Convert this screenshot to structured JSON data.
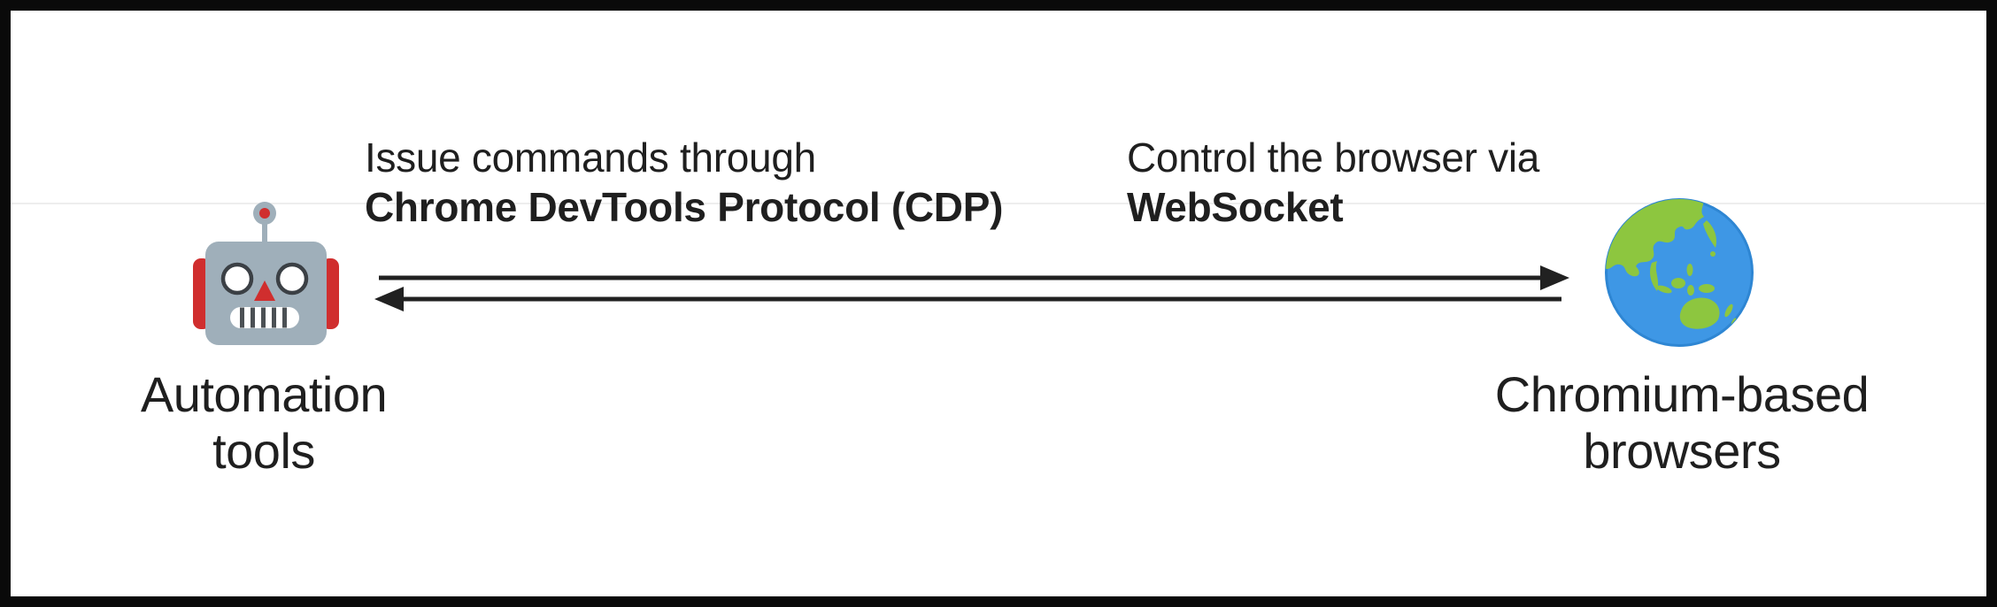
{
  "labels": {
    "cdp": {
      "regular": "Issue commands through",
      "bold": "Chrome DevTools Protocol (CDP)"
    },
    "websocket": {
      "regular": "Control the browser via",
      "bold": "WebSocket"
    }
  },
  "nodes": {
    "automation": {
      "icon": "robot-icon",
      "line1": "Automation",
      "line2": "tools"
    },
    "browsers": {
      "icon": "globe-icon",
      "line1": "Chromium-based",
      "line2": "browsers"
    }
  },
  "colors": {
    "border": "#0a0a0a",
    "background": "#ffffff",
    "text": "#1f1f1f",
    "arrow": "#212121",
    "robot_body": "#9fafba",
    "robot_red": "#d02e2e",
    "robot_eye_outline": "#3b4045",
    "robot_grille": "#4b5054",
    "globe_ocean": "#3e97e5",
    "globe_land": "#8dc63f",
    "globe_rim": "#2e86d3"
  }
}
